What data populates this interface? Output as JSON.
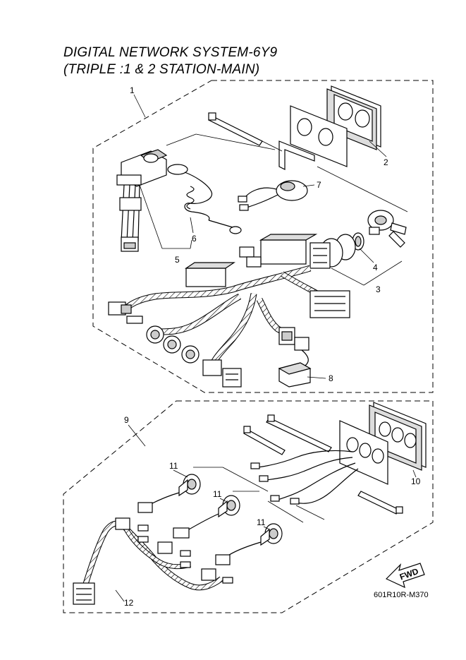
{
  "title": {
    "line1": "DIGITAL NETWORK SYSTEM-6Y9",
    "line2": "(TRIPLE :1 & 2 STATION-MAIN)"
  },
  "callouts": {
    "c1": "1",
    "c2": "2",
    "c3": "3",
    "c4": "4",
    "c5": "5",
    "c6": "6",
    "c7": "7",
    "c8": "8",
    "c9": "9",
    "c10": "10",
    "c11a": "11",
    "c11b": "11",
    "c11c": "11",
    "c12": "12"
  },
  "fwd_label": "FWD",
  "drawing_code": "601R10R-M370"
}
